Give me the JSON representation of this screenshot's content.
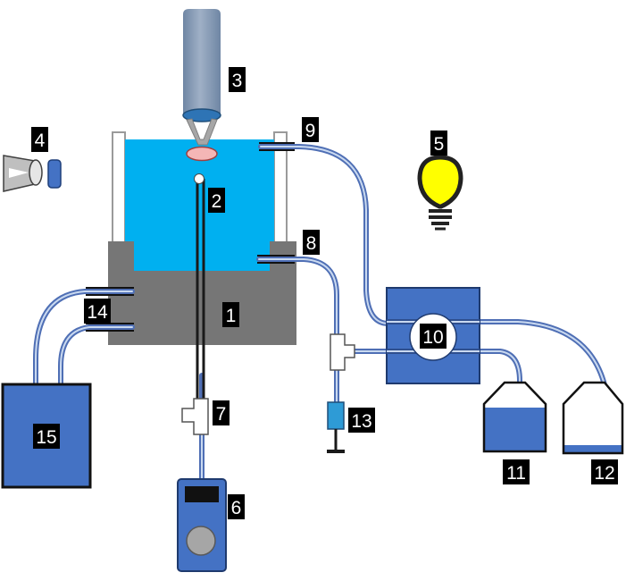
{
  "labels": {
    "l1": "1",
    "l2": "2",
    "l3": "3",
    "l4": "4",
    "l5": "5",
    "l6": "6",
    "l7": "7",
    "l8": "8",
    "l9": "9",
    "l10": "10",
    "l11": "11",
    "l12": "12",
    "l13": "13",
    "l14": "14",
    "l15": "15"
  },
  "colors": {
    "water": "#00b0f0",
    "base": "#767676",
    "blue": "#4472c4",
    "tube": "#4f6fb5",
    "tube_light": "#c9d9f0",
    "lamp": "#ffff00",
    "label_bg": "#000000",
    "cylinder": "#8497b0"
  }
}
